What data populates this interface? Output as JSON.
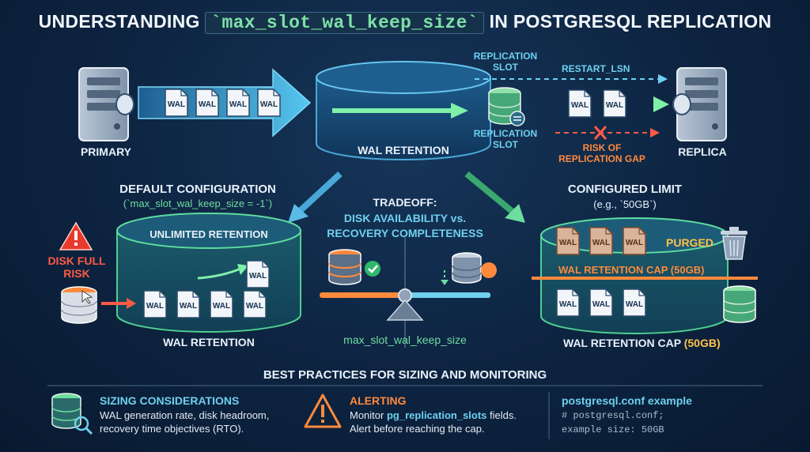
{
  "title": {
    "prefix": "UNDERSTANDING",
    "code": "`max_slot_wal_keep_size`",
    "suffix": "IN POSTGRESQL REPLICATION"
  },
  "top_flow": {
    "primary_label": "PRIMARY",
    "replica_label": "REPLICA",
    "replication_slot_top": "REPLICATION\nSLOT",
    "replication_slot_bottom": "REPLICATION\nSLOT",
    "wal_retention_label": "WAL RETENTION",
    "restart_lsn_label": "RESTART_LSN",
    "risk_label": "RISK OF\nREPLICATION GAP",
    "wal_file_label": "WAL"
  },
  "default_config": {
    "heading": "DEFAULT CONFIGURATION",
    "setting": "(`max_slot_wal_keep_size = -1`)",
    "cylinder_label": "UNLIMITED RETENTION",
    "disk_risk": "DISK FULL\nRISK",
    "bottom_label": "WAL RETENTION"
  },
  "tradeoff": {
    "heading": "TRADEOFF:",
    "line1": "DISK AVAILABILITY vs.",
    "line2": "RECOVERY COMPLETENESS",
    "param": "max_slot_wal_keep_size"
  },
  "configured_limit": {
    "heading": "CONFIGURED LIMIT",
    "example": "(e.g., `50GB`)",
    "purged": "PURGED",
    "cap_line": "WAL RETENTION CAP (50GB)",
    "bottom_prefix": "WAL RETENTION CAP",
    "bottom_value": "(50GB)"
  },
  "best_practices": {
    "heading": "BEST PRACTICES FOR SIZING AND MONITORING",
    "sizing_title": "SIZING CONSIDERATIONS",
    "sizing_line1": "WAL generation rate, disk headroom,",
    "sizing_line2": "recovery time objectives (RTO).",
    "alert_title": "ALERTING",
    "alert_line1_pre": "Monitor",
    "alert_line1_code": "pg_replication_slots",
    "alert_line1_post": "fields.",
    "alert_line2": "Alert before reaching the cap.",
    "conf_title": "postgresql.conf example",
    "conf_line1": "# postgresql.conf;",
    "conf_line2": "example size: 50GB"
  },
  "colors": {
    "background": "#0d2340",
    "cyan": "#6fd0ef",
    "green": "#6fdca0",
    "red": "#ff5a45",
    "orange": "#ff8a3d"
  }
}
